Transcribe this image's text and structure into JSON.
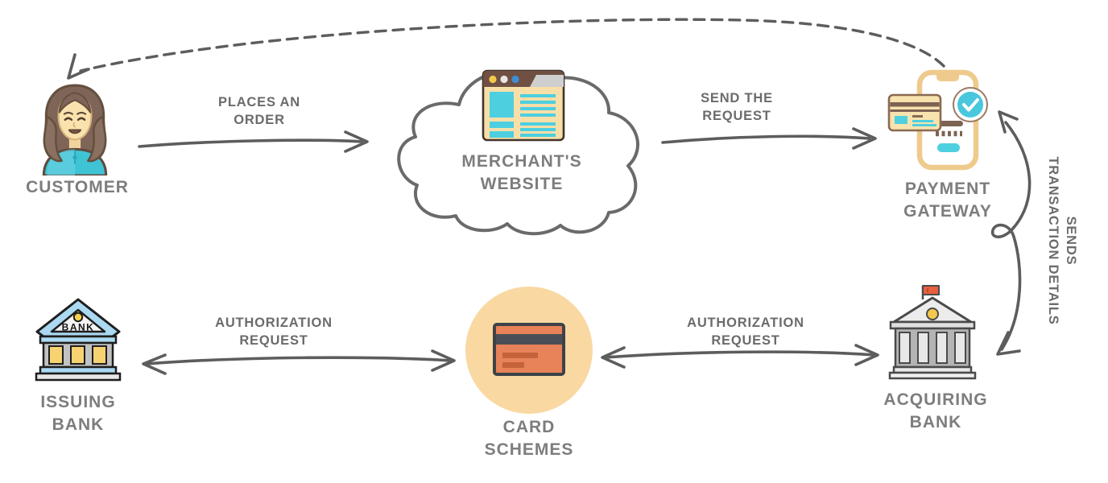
{
  "colors": {
    "arrow_gray": "#5d5d5d",
    "node_label_gray": "#7d7d7d",
    "edge_label_gray": "#6b6b6b",
    "cloud_gray": "#6a6a6a",
    "teal_accent": "#45c7d8",
    "cream": "#f8dfa8",
    "brown": "#6f5043",
    "card_orange": "#e88259",
    "circle_peach": "#f9d8a2",
    "bank_blue": "#abd9f2",
    "flag_red": "#e8603f",
    "gold": "#f2c94c"
  },
  "nodes": {
    "customer": {
      "lines": [
        "CUSTOMER"
      ]
    },
    "merchant_website": {
      "lines": [
        "MERCHANT'S",
        "WEBSITE"
      ]
    },
    "payment_gateway": {
      "lines": [
        "PAYMENT",
        "GATEWAY"
      ]
    },
    "issuing_bank": {
      "lines": [
        "ISSUING",
        "BANK"
      ],
      "building_sign": "BANK"
    },
    "card_schemes": {
      "lines": [
        "CARD",
        "SCHEMES"
      ]
    },
    "acquiring_bank": {
      "lines": [
        "ACQUIRING",
        "BANK"
      ]
    }
  },
  "edges": {
    "places_order": {
      "from": "customer",
      "to": "merchant_website",
      "lines": [
        "PLACES AN",
        "ORDER"
      ],
      "style": "solid-arrow-right"
    },
    "send_request": {
      "from": "merchant_website",
      "to": "payment_gateway",
      "lines": [
        "SEND THE",
        "REQUEST"
      ],
      "style": "solid-arrow-right"
    },
    "sends_transaction_details": {
      "from": "payment_gateway",
      "to": "acquiring_bank",
      "lines": [
        "SENDS",
        "TRANSACTION DETAILS"
      ],
      "style": "looped-double-arrow"
    },
    "auth_request_issuing": {
      "between": [
        "issuing_bank",
        "card_schemes"
      ],
      "lines": [
        "AUTHORIZATION",
        "REQUEST"
      ],
      "style": "double-arrow"
    },
    "auth_request_acquiring": {
      "between": [
        "card_schemes",
        "acquiring_bank"
      ],
      "lines": [
        "AUTHORIZATION",
        "REQUEST"
      ],
      "style": "double-arrow"
    },
    "gateway_to_customer": {
      "from": "payment_gateway",
      "to": "customer",
      "style": "dashed-arrow"
    }
  }
}
